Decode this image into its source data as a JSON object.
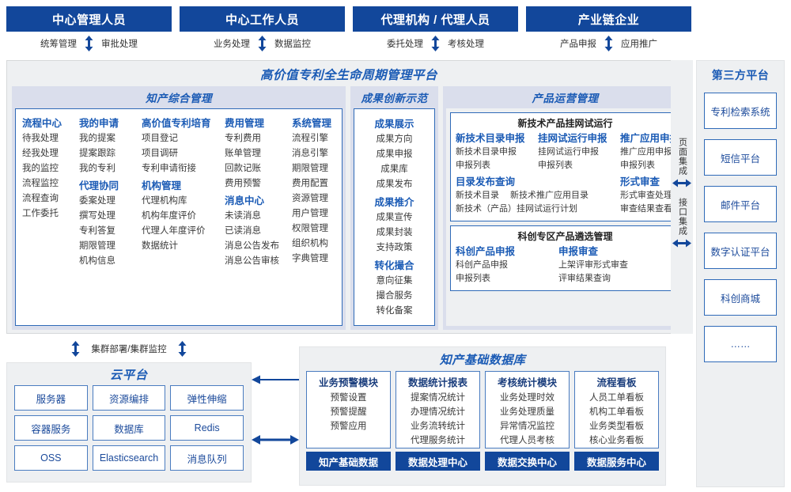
{
  "roles": [
    {
      "title": "中心管理人员",
      "left": "统筹管理",
      "right": "审批处理"
    },
    {
      "title": "中心工作人员",
      "left": "业务处理",
      "right": "数据监控"
    },
    {
      "title": "代理机构 / 代理人员",
      "left": "委托处理",
      "right": "考核处理"
    },
    {
      "title": "产业链企业",
      "left": "产品申报",
      "right": "应用推广"
    }
  ],
  "platform": {
    "title": "高价值专利全生命周期管理平台",
    "sections": [
      {
        "name": "知产综合管理",
        "columns": [
          {
            "groups": [
              {
                "head": "流程中心",
                "items": [
                  "待我处理",
                  "经我处理",
                  "我的监控",
                  "流程监控",
                  "流程查询",
                  "工作委托"
                ]
              }
            ]
          },
          {
            "groups": [
              {
                "head": "我的申请",
                "items": [
                  "我的提案",
                  "提案跟踪",
                  "我的专利"
                ]
              },
              {
                "head": "代理协同",
                "items": [
                  "委案处理",
                  "撰写处理",
                  "专利答复",
                  "期限管理",
                  "机构信息"
                ]
              }
            ]
          },
          {
            "groups": [
              {
                "head": "高价值专利培育",
                "items": [
                  "项目登记",
                  "项目调研",
                  "专利申请衔接"
                ]
              },
              {
                "head": "机构管理",
                "items": [
                  "代理机构库",
                  "机构年度评价",
                  "代理人年度评价",
                  "数据统计"
                ]
              }
            ]
          },
          {
            "groups": [
              {
                "head": "费用管理",
                "items": [
                  "专利费用",
                  "账单管理",
                  "回款记账",
                  "费用预警"
                ]
              },
              {
                "head": "消息中心",
                "items": [
                  "未读消息",
                  "已读消息",
                  "消息公告发布",
                  "消息公告审核"
                ]
              }
            ]
          },
          {
            "groups": [
              {
                "head": "系统管理",
                "items": [
                  "流程引擎",
                  "消息引擎",
                  "期限管理",
                  "费用配置",
                  "资源管理",
                  "用户管理",
                  "权限管理",
                  "组织机构",
                  "字典管理"
                ]
              }
            ]
          }
        ]
      },
      {
        "name": "成果创新示范",
        "groups": [
          {
            "head": "成果展示",
            "items": [
              "成果方向",
              "成果申报",
              "成果库",
              "成果发布"
            ]
          },
          {
            "head": "成果推介",
            "items": [
              "成果宣传",
              "成果封装",
              "支持政策"
            ]
          },
          {
            "head": "转化撮合",
            "items": [
              "意向征集",
              "撮合服务",
              "转化备案"
            ]
          }
        ]
      },
      {
        "name": "产品运营管理",
        "cards": [
          {
            "title": "新技术产品挂网试运行",
            "row1": [
              {
                "head": "新技术目录申报",
                "items": [
                  "新技术目录申报",
                  "申报列表"
                ]
              },
              {
                "head": "挂网试运行申报",
                "items": [
                  "挂网试运行申报",
                  "申报列表"
                ]
              },
              {
                "head": "推广应用申报",
                "items": [
                  "推广应用申报",
                  "申报列表"
                ]
              }
            ],
            "row2_left": {
              "head": "目录发布查询",
              "inline": [
                "新技术目录",
                "新技术推广应用目录"
              ],
              "line2": "新技术（产品）挂网试运行计划"
            },
            "row2_right": {
              "head": "形式审查",
              "items": [
                "形式审查处理",
                "审查结果查看"
              ]
            }
          },
          {
            "title": "科创专区产品遴选管理",
            "row1": [
              {
                "head": "科创产品申报",
                "items": [
                  "科创产品申报",
                  "申报列表"
                ]
              },
              {
                "head": "申报审查",
                "items": [
                  "上架评审形式审查",
                  "评审结果查询"
                ]
              }
            ]
          }
        ]
      }
    ]
  },
  "rail": [
    {
      "label": "页面集成"
    },
    {
      "label": "接口集成"
    }
  ],
  "third_party": {
    "title": "第三方平台",
    "items": [
      "专利检索系统",
      "短信平台",
      "邮件平台",
      "数字认证平台",
      "科创商城",
      "……"
    ]
  },
  "cluster": {
    "label": "集群部署/集群监控"
  },
  "cloud": {
    "title": "云平台",
    "cells": [
      "服务器",
      "资源编排",
      "弹性伸缩",
      "容器服务",
      "数据库",
      "Redis",
      "OSS",
      "Elasticsearch",
      "消息队列"
    ]
  },
  "database": {
    "title": "知产基础数据库",
    "columns": [
      {
        "head": "业务预警模块",
        "items": [
          "预警设置",
          "预警提醒",
          "预警应用"
        ],
        "foot": "知产基础数据"
      },
      {
        "head": "数据统计报表",
        "items": [
          "提案情况统计",
          "办理情况统计",
          "业务流转统计",
          "代理服务统计"
        ],
        "foot": "数据处理中心"
      },
      {
        "head": "考核统计模块",
        "items": [
          "业务处理时效",
          "业务处理质量",
          "异常情况监控",
          "代理人员考核"
        ],
        "foot": "数据交换中心"
      },
      {
        "head": "流程看板",
        "items": [
          "人员工单看板",
          "机构工单看板",
          "业务类型看板",
          "核心业务看板"
        ],
        "foot": "数据服务中心"
      }
    ]
  },
  "colors": {
    "brand": "#12479b",
    "accent": "#1b5bb5",
    "border": "#2f6ab8",
    "band": "#dadeec",
    "panel": "#eef0f2"
  }
}
